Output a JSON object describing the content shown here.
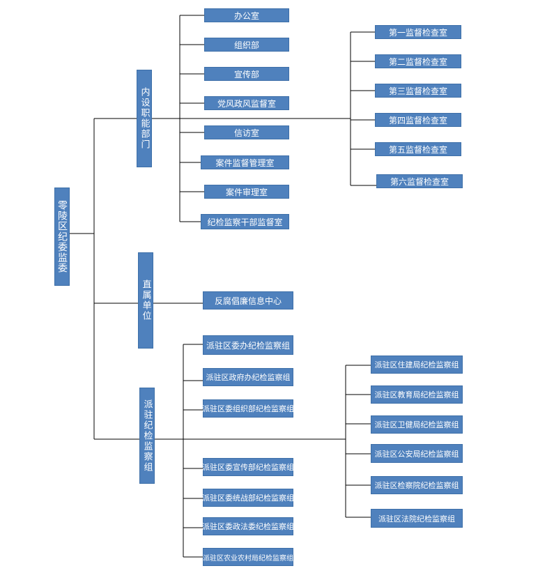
{
  "root": "零陵区纪委监委",
  "branches": {
    "internal": "内设职能部门",
    "direct": "直属单位",
    "dispatched": "派驻纪检监察组"
  },
  "internal_departments": [
    "办公室",
    "组织部",
    "宣传部",
    "党风政风监督室",
    "信访室",
    "案件监督管理室",
    "案件审理室",
    "纪检监察干部监督室"
  ],
  "inspection_offices": [
    "第一监督检查室",
    "第二监督检查室",
    "第三监督检查室",
    "第四监督检查室",
    "第五监督检查室",
    "第六监督检查室"
  ],
  "direct_units": [
    "反腐倡廉信息中心"
  ],
  "dispatched_left": [
    "派驻区委办纪检监察组",
    "派驻区政府办纪检监察组",
    "派驻区委组织部纪检监察组",
    "派驻区委宣传部纪检监察组",
    "派驻区委统战部纪检监察组",
    "派驻区委政法委纪检监察组",
    "派驻区农业农村局纪检监察组"
  ],
  "dispatched_right": [
    "派驻区住建局纪检监察组",
    "派驻区教育局纪检监察组",
    "派驻区卫健局纪检监察组",
    "派驻区公安局纪检监察组",
    "派驻区检察院纪检监察组",
    "派驻区法院纪检监察组"
  ],
  "colors": {
    "box": "#4f81bd",
    "line": "#000000",
    "text": "#ffffff"
  }
}
